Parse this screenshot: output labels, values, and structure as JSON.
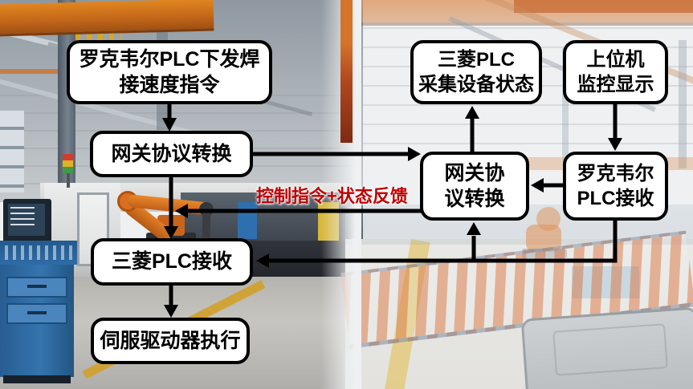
{
  "diagram": {
    "boxes": {
      "rockwell_send": {
        "line1": "罗克韦尔PLC下发焊",
        "line2": "接速度指令"
      },
      "gateway_left": {
        "line1": "网关协议转换"
      },
      "mitsubishi_receive": {
        "line1": "三菱PLC接收"
      },
      "servo_execute": {
        "line1": "伺服驱动器执行"
      },
      "mitsubishi_collect": {
        "line1": "三菱PLC",
        "line2": "采集设备状态"
      },
      "host_monitor": {
        "line1": "上位机",
        "line2": "监控显示"
      },
      "gateway_right": {
        "line1": "网关协",
        "line2": "议转换"
      },
      "rockwell_receive": {
        "line1": "罗克韦尔",
        "line2": "PLC接收"
      }
    },
    "flow_label": "控制指令+状态反馈",
    "colors": {
      "box_background": "#ffffff",
      "box_border": "#000000",
      "arrow": "#000000",
      "flow_label_red": "#c00000",
      "crane_orange": "#d0741f",
      "robot_orange": "#d96f1f",
      "cabinet_blue": "#2e6ca5",
      "floor_stripe_yellow": "#d2a02a"
    }
  }
}
